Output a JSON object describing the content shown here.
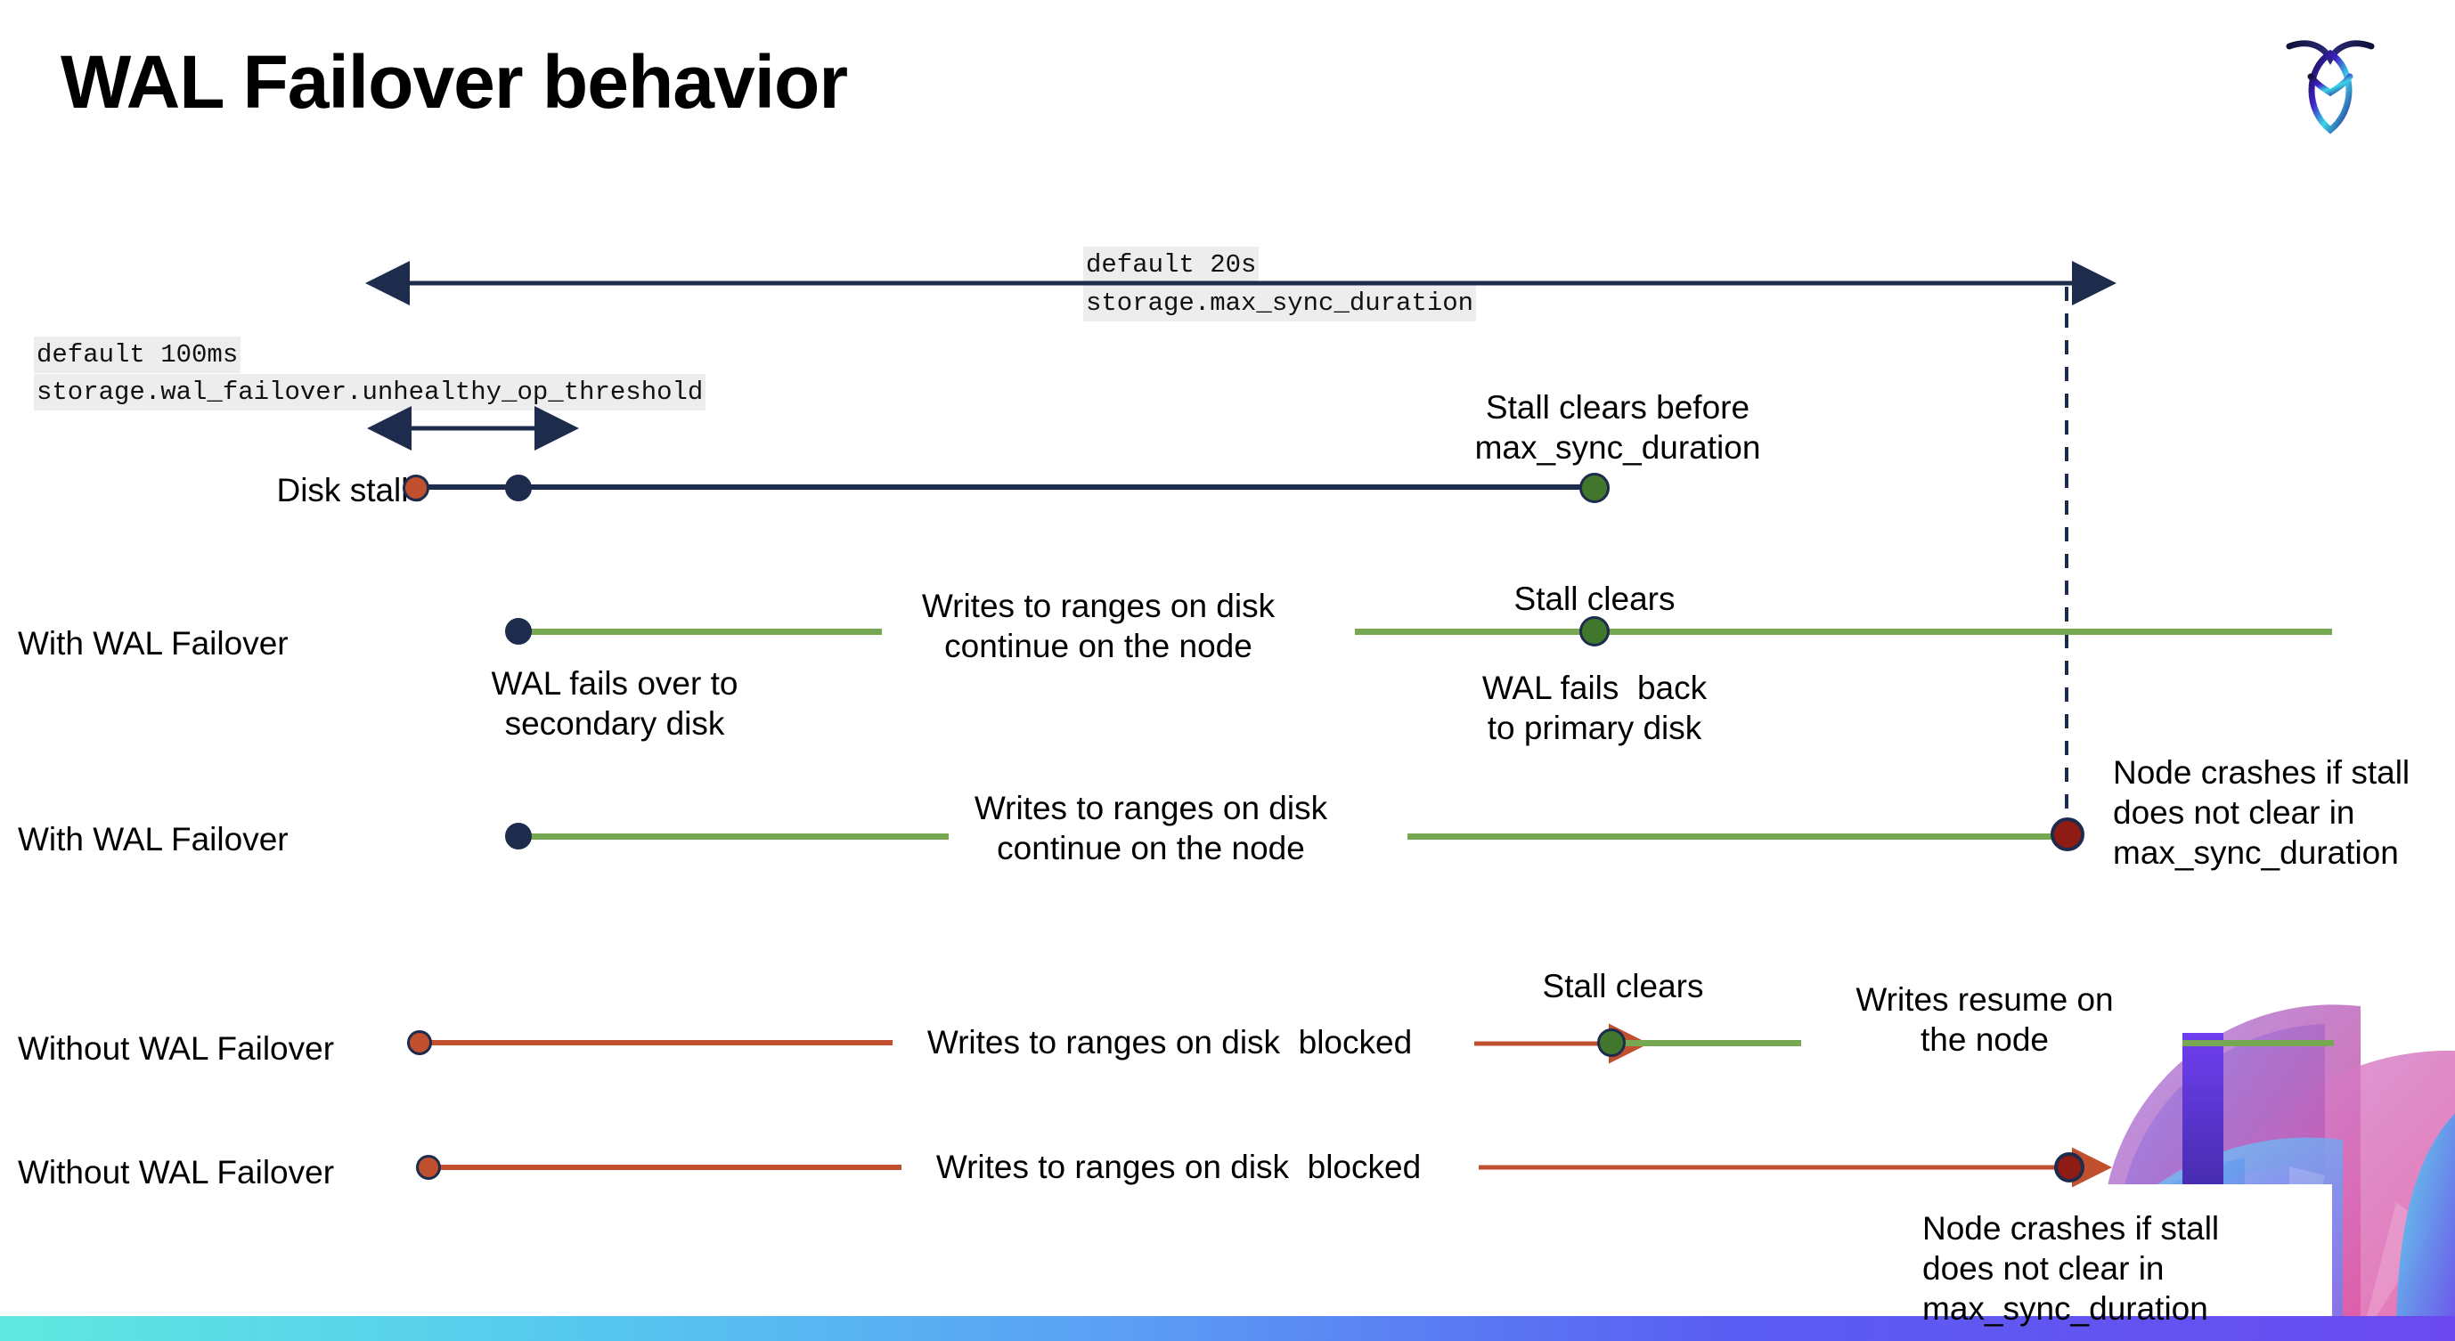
{
  "slide": {
    "title": "WAL Failover behavior",
    "brand_logo": "cockroachdb-logo"
  },
  "annotations": {
    "max_sync": {
      "default_line": "default 20s",
      "setting_line": "storage.max_sync_duration"
    },
    "unhealthy_op": {
      "default_line": "default 100ms",
      "setting_line": "storage.wal_failover.unhealthy_op_threshold"
    }
  },
  "rows": [
    {
      "label": "Disk stalls",
      "notes": [
        {
          "text": "Stall clears before\nmax_sync_duration"
        }
      ]
    },
    {
      "label": "With WAL Failover",
      "notes": [
        {
          "text": "Writes to ranges on disk\ncontinue on the node"
        },
        {
          "text": "WAL fails over to\nsecondary disk"
        },
        {
          "text": "Stall clears"
        },
        {
          "text": "WAL fails  back\nto primary disk"
        }
      ]
    },
    {
      "label": "With WAL Failover",
      "notes": [
        {
          "text": "Writes to ranges on disk\ncontinue on the node"
        },
        {
          "text": "Node crashes if stall\ndoes not clear in\nmax_sync_duration"
        }
      ]
    },
    {
      "label": "Without WAL Failover",
      "notes": [
        {
          "text": "Writes to ranges on disk  blocked"
        },
        {
          "text": "Stall clears"
        },
        {
          "text": "Writes resume on\nthe node"
        }
      ]
    },
    {
      "label": "Without WAL Failover",
      "notes": [
        {
          "text": "Writes to ranges on disk  blocked"
        },
        {
          "text": "Node crashes if stall\ndoes not clear in\nmax_sync_duration"
        }
      ]
    }
  ],
  "colors": {
    "navy": "#1d2b4d",
    "green": "#76a852",
    "green_dot": "#41762d",
    "orange": "#c0502e",
    "dark_red": "#8e1b14",
    "code_bg": "#ededed"
  }
}
